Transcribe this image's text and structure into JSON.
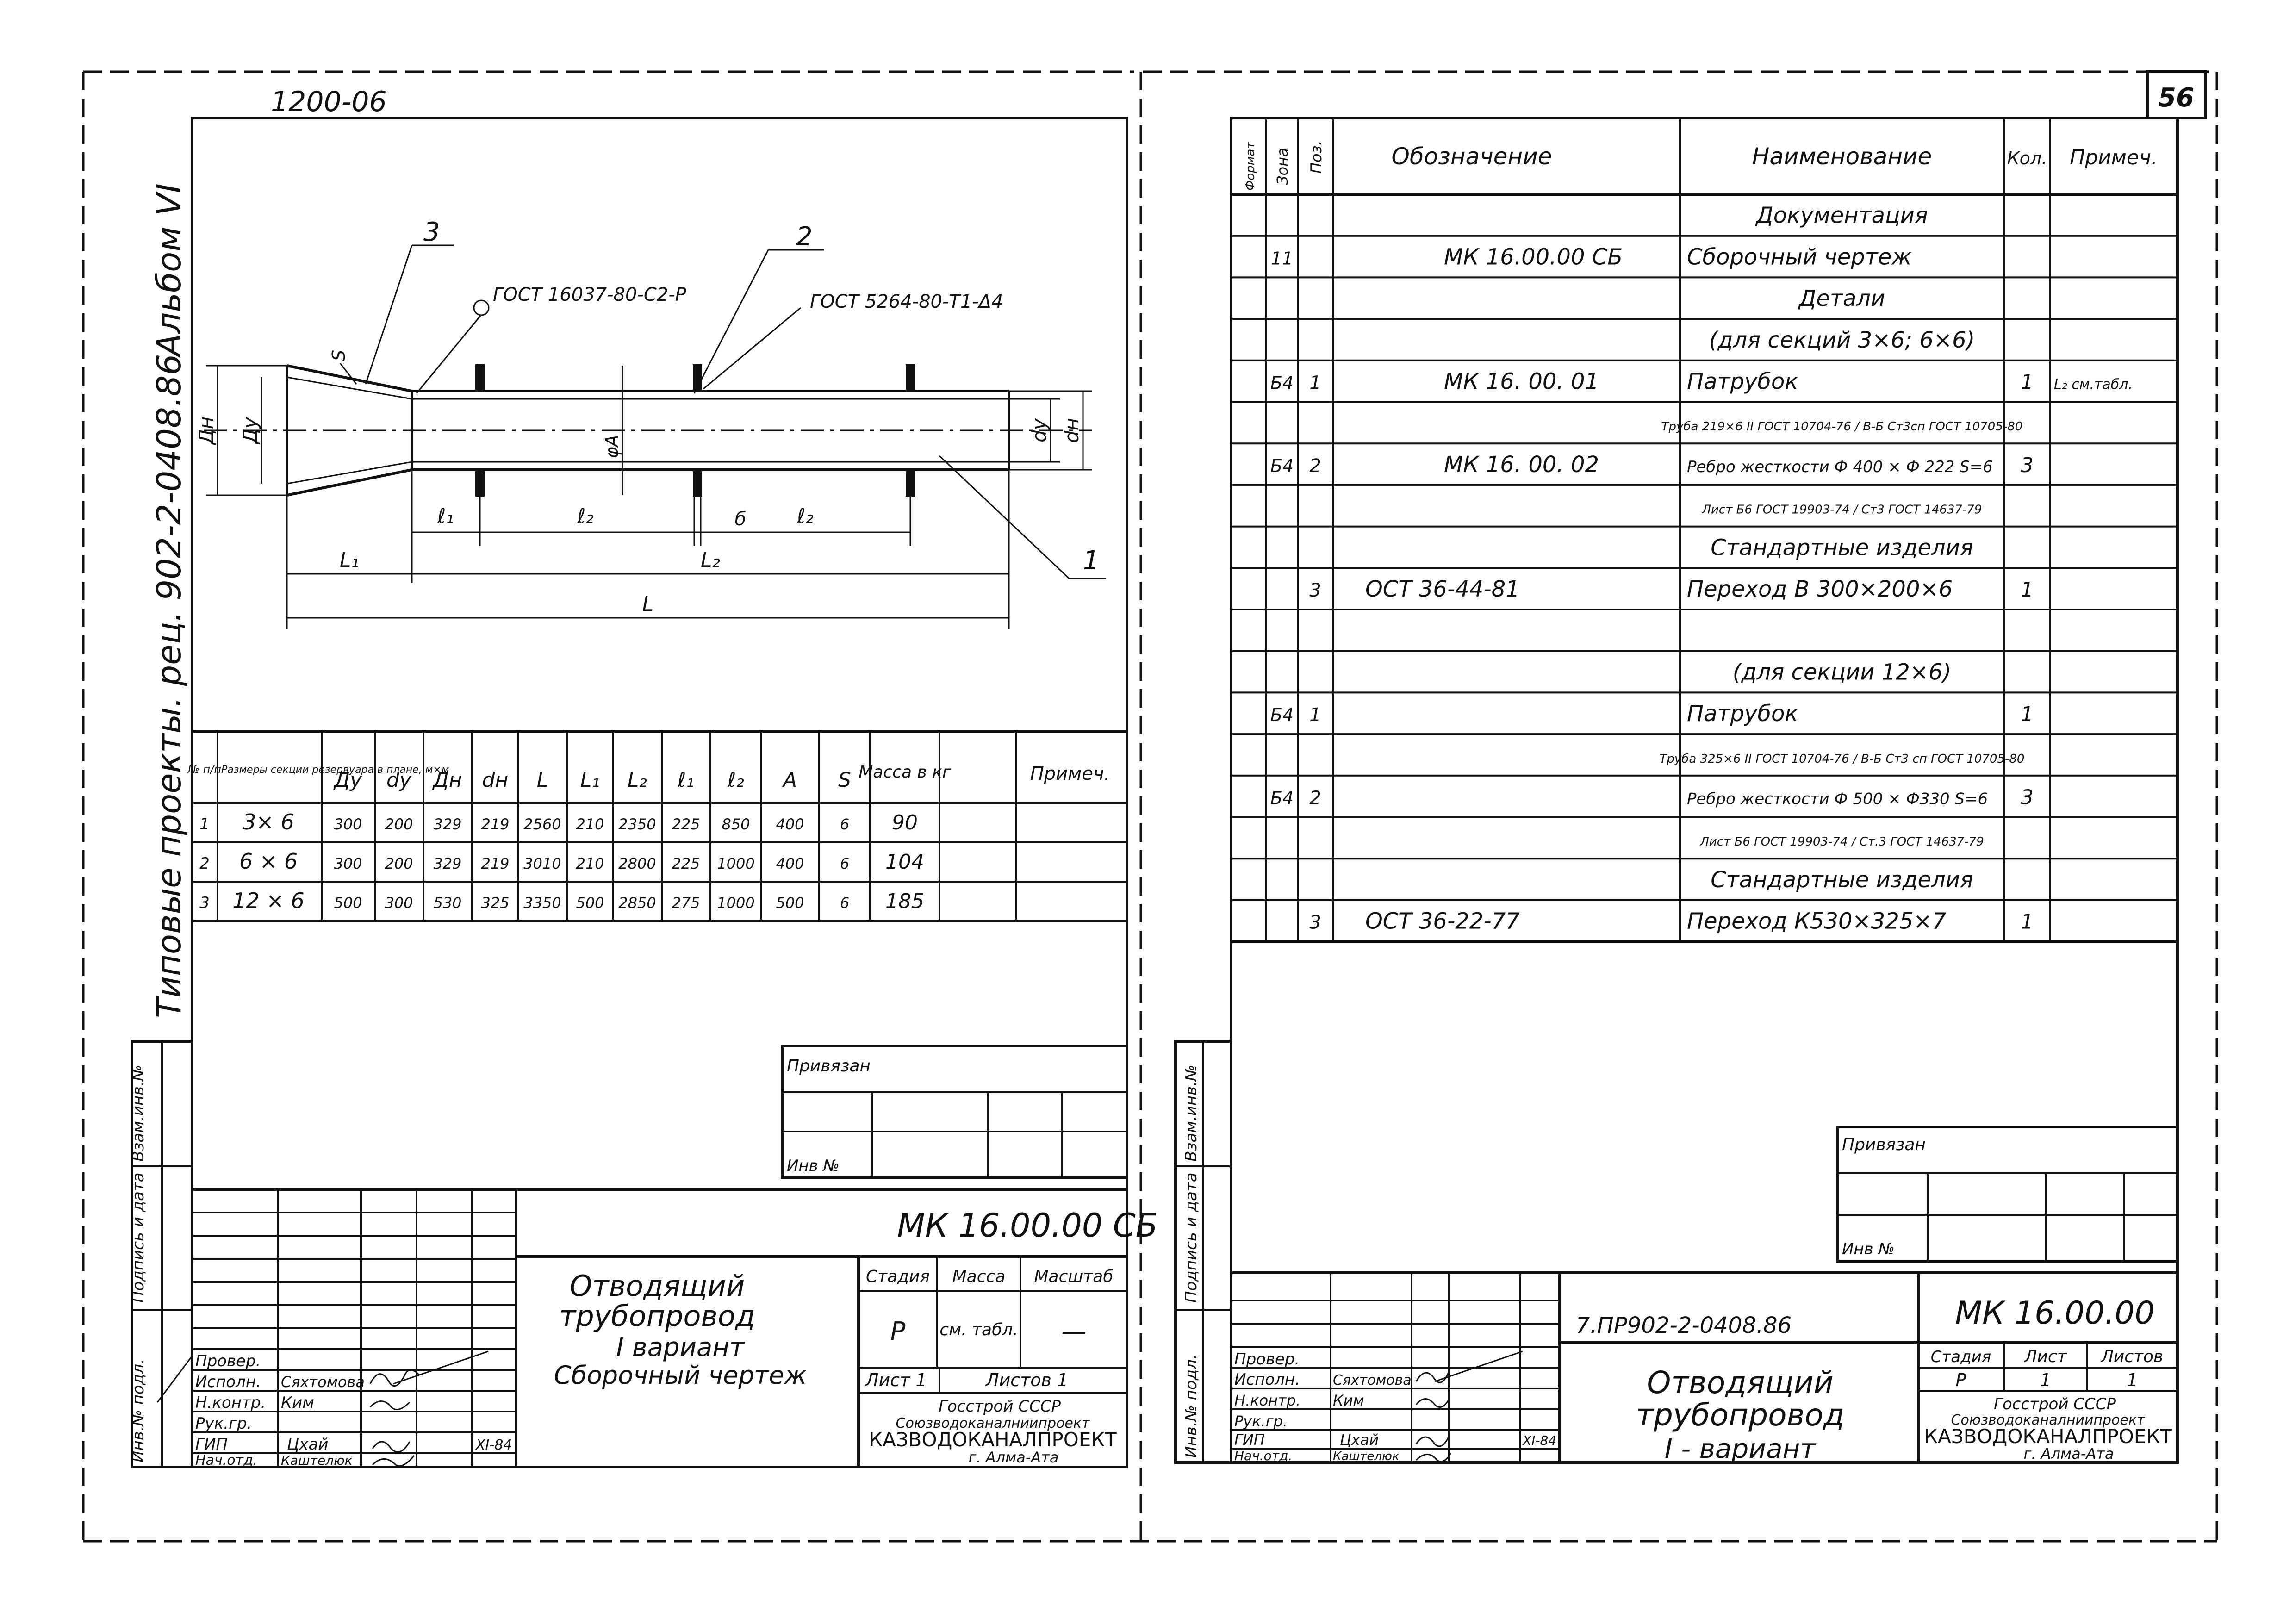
{
  "left": {
    "top_label": "1200-06",
    "side_title": "Типовые проекты. рец. 902-2-0408.86",
    "album": "Альбом VI",
    "drawing": {
      "callout_3": "3",
      "callout_2": "2",
      "callout_1": "1",
      "gost_1": "ГОСТ 16037-80-С2-Р",
      "gost_2": "ГОСТ 5264-80-Т1-Δ4",
      "s": "S",
      "dn_left": "Дн",
      "dy_left": "Ду",
      "phi_a": "φА",
      "dy_right": "dу",
      "dn_right": "dн",
      "l1": "ℓ₁",
      "l2a": "ℓ₂",
      "l2b": "ℓ₂",
      "b": "б",
      "L1": "L₁",
      "L2": "L₂",
      "L": "L"
    },
    "table": {
      "headers": [
        "№ п/п",
        "Размеры секции резервуара в плане, м×м",
        "Ду",
        "dу",
        "Дн",
        "dн",
        "L",
        "L₁",
        "L₂",
        "ℓ₁",
        "ℓ₂",
        "А",
        "S",
        "Масса в кг",
        "Примеч."
      ],
      "rows": [
        [
          "1",
          "3× 6",
          "300",
          "200",
          "329",
          "219",
          "2560",
          "210",
          "2350",
          "225",
          "850",
          "400",
          "6",
          "90",
          ""
        ],
        [
          "2",
          "6 × 6",
          "300",
          "200",
          "329",
          "219",
          "3010",
          "210",
          "2800",
          "225",
          "1000",
          "400",
          "6",
          "104",
          ""
        ],
        [
          "3",
          "12 × 6",
          "500",
          "300",
          "530",
          "325",
          "3350",
          "500",
          "2850",
          "275",
          "1000",
          "500",
          "6",
          "185",
          ""
        ]
      ]
    },
    "stamp": {
      "privyazan": "Привязан",
      "inv_no": "Инв №",
      "code": "МК 16.00.00 СБ",
      "title_1": "Отводящий",
      "title_2": "трубопровод",
      "title_3": "I вариант",
      "title_4": "Сборочный чертеж",
      "stadia_label": "Стадия",
      "massa_label": "Масса",
      "masshtab_label": "Масштаб",
      "stadia_value": "Р",
      "massa_value": "см. табл.",
      "masshtab_value": "—",
      "list_label": "Лист 1",
      "listov_label": "Листов 1",
      "org_1": "Госстрой СССР",
      "org_2": "Союзводоканалниипроект",
      "org_3": "КАЗВОДОКАНАЛПРОЕКТ",
      "org_4": "г. Алма-Ата",
      "roles": [
        "Провер.",
        "Исполн.",
        "Н.контр.",
        "Рук.гр.",
        "ГИП",
        "Нач.отд."
      ],
      "names": [
        "",
        "Сяхтомова",
        "Ким",
        "",
        "Цхай",
        "Каштелюк"
      ],
      "date": "XI-84"
    },
    "side_stamp": [
      "Инв.№ подл.",
      "Подпись и дата",
      "Взам.инв.№"
    ]
  },
  "right": {
    "page_no": "56",
    "spec_headers": [
      "Формат",
      "Зона",
      "Поз.",
      "Обозначение",
      "Наименование",
      "Кол.",
      "Примеч."
    ],
    "rows": [
      {
        "fmt": "",
        "pos": "",
        "des": "",
        "name": "Документация",
        "kol": "",
        "note": ""
      },
      {
        "fmt": "11",
        "pos": "",
        "des": "МК 16.00.00 СБ",
        "name": "Сборочный чертеж",
        "kol": "",
        "note": ""
      },
      {
        "fmt": "",
        "pos": "",
        "des": "",
        "name": "Детали",
        "kol": "",
        "note": ""
      },
      {
        "fmt": "",
        "pos": "",
        "des": "",
        "name": "(для секций 3×6; 6×6)",
        "kol": "",
        "note": ""
      },
      {
        "fmt": "Б4",
        "pos": "1",
        "des": "МК 16. 00. 01",
        "name": "Патрубок",
        "kol": "1",
        "note": "L₂ см.табл."
      },
      {
        "fmt": "",
        "pos": "",
        "des": "",
        "name": "Труба 219×6 II ГОСТ 10704-76 / В-Б Ст3сп ГОСТ 10705-80",
        "kol": "",
        "note": ""
      },
      {
        "fmt": "Б4",
        "pos": "2",
        "des": "МК 16. 00. 02",
        "name": "Ребро жесткости Ф 400 × Ф 222 S=6",
        "kol": "3",
        "note": ""
      },
      {
        "fmt": "",
        "pos": "",
        "des": "",
        "name": "Лист Б6 ГОСТ 19903-74 / Ст3 ГОСТ 14637-79",
        "kol": "",
        "note": ""
      },
      {
        "fmt": "",
        "pos": "",
        "des": "",
        "name": "Стандартные изделия",
        "kol": "",
        "note": ""
      },
      {
        "fmt": "",
        "pos": "3",
        "des": "ОСТ 36-44-81",
        "name": "Переход В 300×200×6",
        "kol": "1",
        "note": ""
      },
      {
        "fmt": "",
        "pos": "",
        "des": "",
        "name": "",
        "kol": "",
        "note": ""
      },
      {
        "fmt": "",
        "pos": "",
        "des": "",
        "name": "(для секции 12×6)",
        "kol": "",
        "note": ""
      },
      {
        "fmt": "Б4",
        "pos": "1",
        "des": "",
        "name": "Патрубок",
        "kol": "1",
        "note": ""
      },
      {
        "fmt": "",
        "pos": "",
        "des": "",
        "name": "Труба 325×6 II ГОСТ 10704-76 / В-Б Ст3 сп ГОСТ 10705-80",
        "kol": "",
        "note": ""
      },
      {
        "fmt": "Б4",
        "pos": "2",
        "des": "",
        "name": "Ребро жесткости Ф 500 × Ф330 S=6",
        "kol": "3",
        "note": ""
      },
      {
        "fmt": "",
        "pos": "",
        "des": "",
        "name": "Лист Б6 ГОСТ 19903-74 / Ст.3 ГОСТ 14637-79",
        "kol": "",
        "note": ""
      },
      {
        "fmt": "",
        "pos": "",
        "des": "",
        "name": "Стандартные изделия",
        "kol": "",
        "note": ""
      },
      {
        "fmt": "",
        "pos": "3",
        "des": "ОСТ 36-22-77",
        "name": "Переход К530×325×7",
        "kol": "1",
        "note": ""
      }
    ],
    "stamp": {
      "privyazan": "Привязан",
      "inv_no": "Инв №",
      "doc_code": "7.ПР902-2-0408.86",
      "code": "МК 16.00.00",
      "title_1": "Отводящий",
      "title_2": "трубопровод",
      "title_3": "I - вариант",
      "stadia_label": "Стадия",
      "list_label": "Лист",
      "listov_label": "Листов",
      "stadia_value": "Р",
      "list_value": "1",
      "listov_value": "1",
      "org_1": "Госстрой СССР",
      "org_2": "Союзводоканалниипроект",
      "org_3": "КАЗВОДОКАНАЛПРОЕКТ",
      "org_4": "г. Алма-Ата",
      "roles": [
        "Провер.",
        "Исполн.",
        "Н.контр.",
        "Рук.гр.",
        "ГИП",
        "Нач.отд."
      ],
      "names": [
        "",
        "Сяхтомова",
        "Ким",
        "",
        "Цхай",
        "Каштелюк"
      ],
      "date": "XI-84"
    },
    "side_stamp": [
      "Инв.№ подл.",
      "Подпись и дата",
      "Взам.инв.№"
    ]
  }
}
